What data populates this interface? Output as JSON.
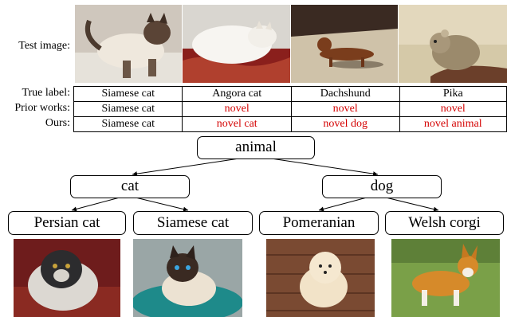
{
  "test_section": {
    "label": "Test image:",
    "images": [
      {
        "name": "siamese-cat-photo"
      },
      {
        "name": "angora-cat-photo"
      },
      {
        "name": "dachshund-photo"
      },
      {
        "name": "pika-photo"
      }
    ]
  },
  "table": {
    "rows": [
      {
        "label": "True label:",
        "cells": [
          "Siamese cat",
          "Angora cat",
          "Dachshund",
          "Pika"
        ],
        "red": [
          false,
          false,
          false,
          false
        ]
      },
      {
        "label": "Prior works:",
        "cells": [
          "Siamese cat",
          "novel",
          "novel",
          "novel"
        ],
        "red": [
          false,
          true,
          true,
          true
        ]
      },
      {
        "label": "Ours:",
        "cells": [
          "Siamese cat",
          "novel cat",
          "novel dog",
          "novel animal"
        ],
        "red": [
          false,
          true,
          true,
          true
        ]
      }
    ],
    "highlight_color": "#d40000"
  },
  "hierarchy": {
    "root": "animal",
    "level1": [
      "cat",
      "dog"
    ],
    "leaves": [
      "Persian cat",
      "Siamese cat",
      "Pomeranian",
      "Welsh corgi"
    ]
  }
}
